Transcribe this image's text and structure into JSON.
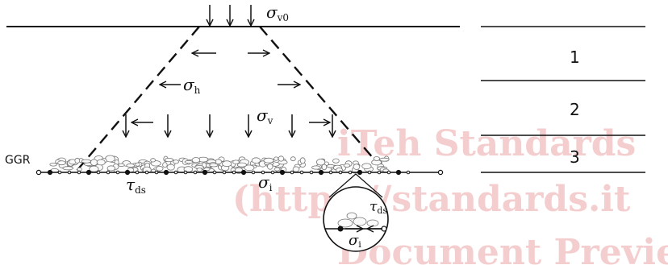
{
  "labels": {
    "sigma_v0": {
      "sym": "σ",
      "sub": "v0"
    },
    "sigma_h": {
      "sym": "σ",
      "sub": "h"
    },
    "sigma_v": {
      "sym": "σ",
      "sub": "v"
    },
    "tau_ds_main": {
      "sym": "τ",
      "sub": "ds"
    },
    "sigma_i_main": {
      "sym": "σ",
      "sub": "i"
    },
    "tau_ds_detail": {
      "sym": "τ",
      "sub": "ds"
    },
    "sigma_i_detail": {
      "sym": "σ",
      "sub": "i"
    },
    "ggr": "GGR"
  },
  "legend": {
    "items": [
      "1",
      "2",
      "3"
    ]
  },
  "watermark": [
    "iTeh Standards",
    "(https://standards.it",
    "Document Previe"
  ]
}
